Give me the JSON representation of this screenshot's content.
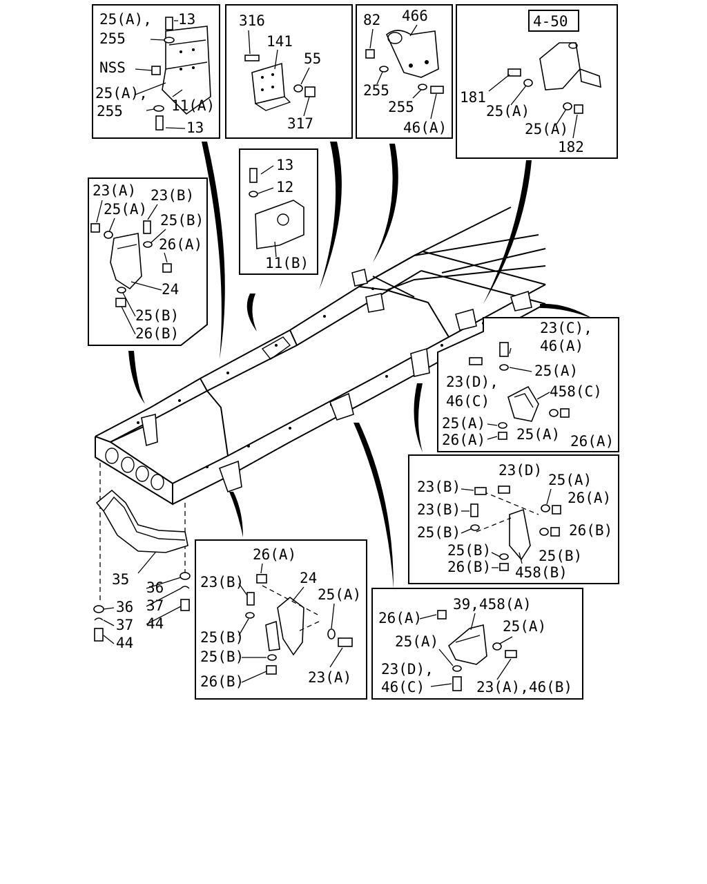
{
  "callouts": {
    "c1": {
      "a": "25(A),",
      "b": "13",
      "c": "255",
      "d": "NSS",
      "e": "25(A),",
      "f": "11(A)",
      "g": "255",
      "h": "13"
    },
    "c2": {
      "a": "316",
      "b": "141",
      "c": "55",
      "d": "317"
    },
    "c3": {
      "a": "82",
      "b": "466",
      "c": "255",
      "d": "255",
      "e": "46(A)"
    },
    "c4": {
      "ref": "4-50",
      "a": "181",
      "b": "25(A)",
      "c": "25(A)",
      "d": "182"
    },
    "c5": {
      "a": "23(A)",
      "b": "23(B)",
      "c": "25(A)",
      "d": "25(B)",
      "e": "26(A)",
      "f": "24",
      "g": "25(B)",
      "h": "26(B)"
    },
    "c6": {
      "a": "13",
      "b": "12",
      "c": "11(B)"
    },
    "c7": {
      "a": "23(C),",
      "b": "46(A)",
      "c": "25(A)",
      "d": "23(D),",
      "e": "458(C)",
      "f": "46(C)",
      "g": "25(A)",
      "h": "25(A)",
      "i": "26(A)",
      "j": "26(A)"
    },
    "c8": {
      "a": "23(D)",
      "b": "25(A)",
      "c": "23(B)",
      "d": "26(A)",
      "e": "23(B)",
      "f": "25(B)",
      "g": "26(B)",
      "h": "25(B)",
      "i": "25(B)",
      "j": "26(B)",
      "k": "458(B)"
    },
    "c9": {
      "a": "26(A)",
      "b": "24",
      "c": "23(B)",
      "d": "25(A)",
      "e": "25(B)",
      "f": "25(B)",
      "g": "26(B)",
      "h": "23(A)"
    },
    "c10": {
      "a": "39,458(A)",
      "b": "26(A)",
      "c": "25(A)",
      "d": "25(A)",
      "e": "23(D),",
      "f": "46(C)",
      "g": "23(A),46(B)"
    },
    "loose": {
      "a": "35",
      "b": "36",
      "c": "36",
      "d": "37",
      "e": "37",
      "f": "44",
      "g": "44"
    }
  }
}
